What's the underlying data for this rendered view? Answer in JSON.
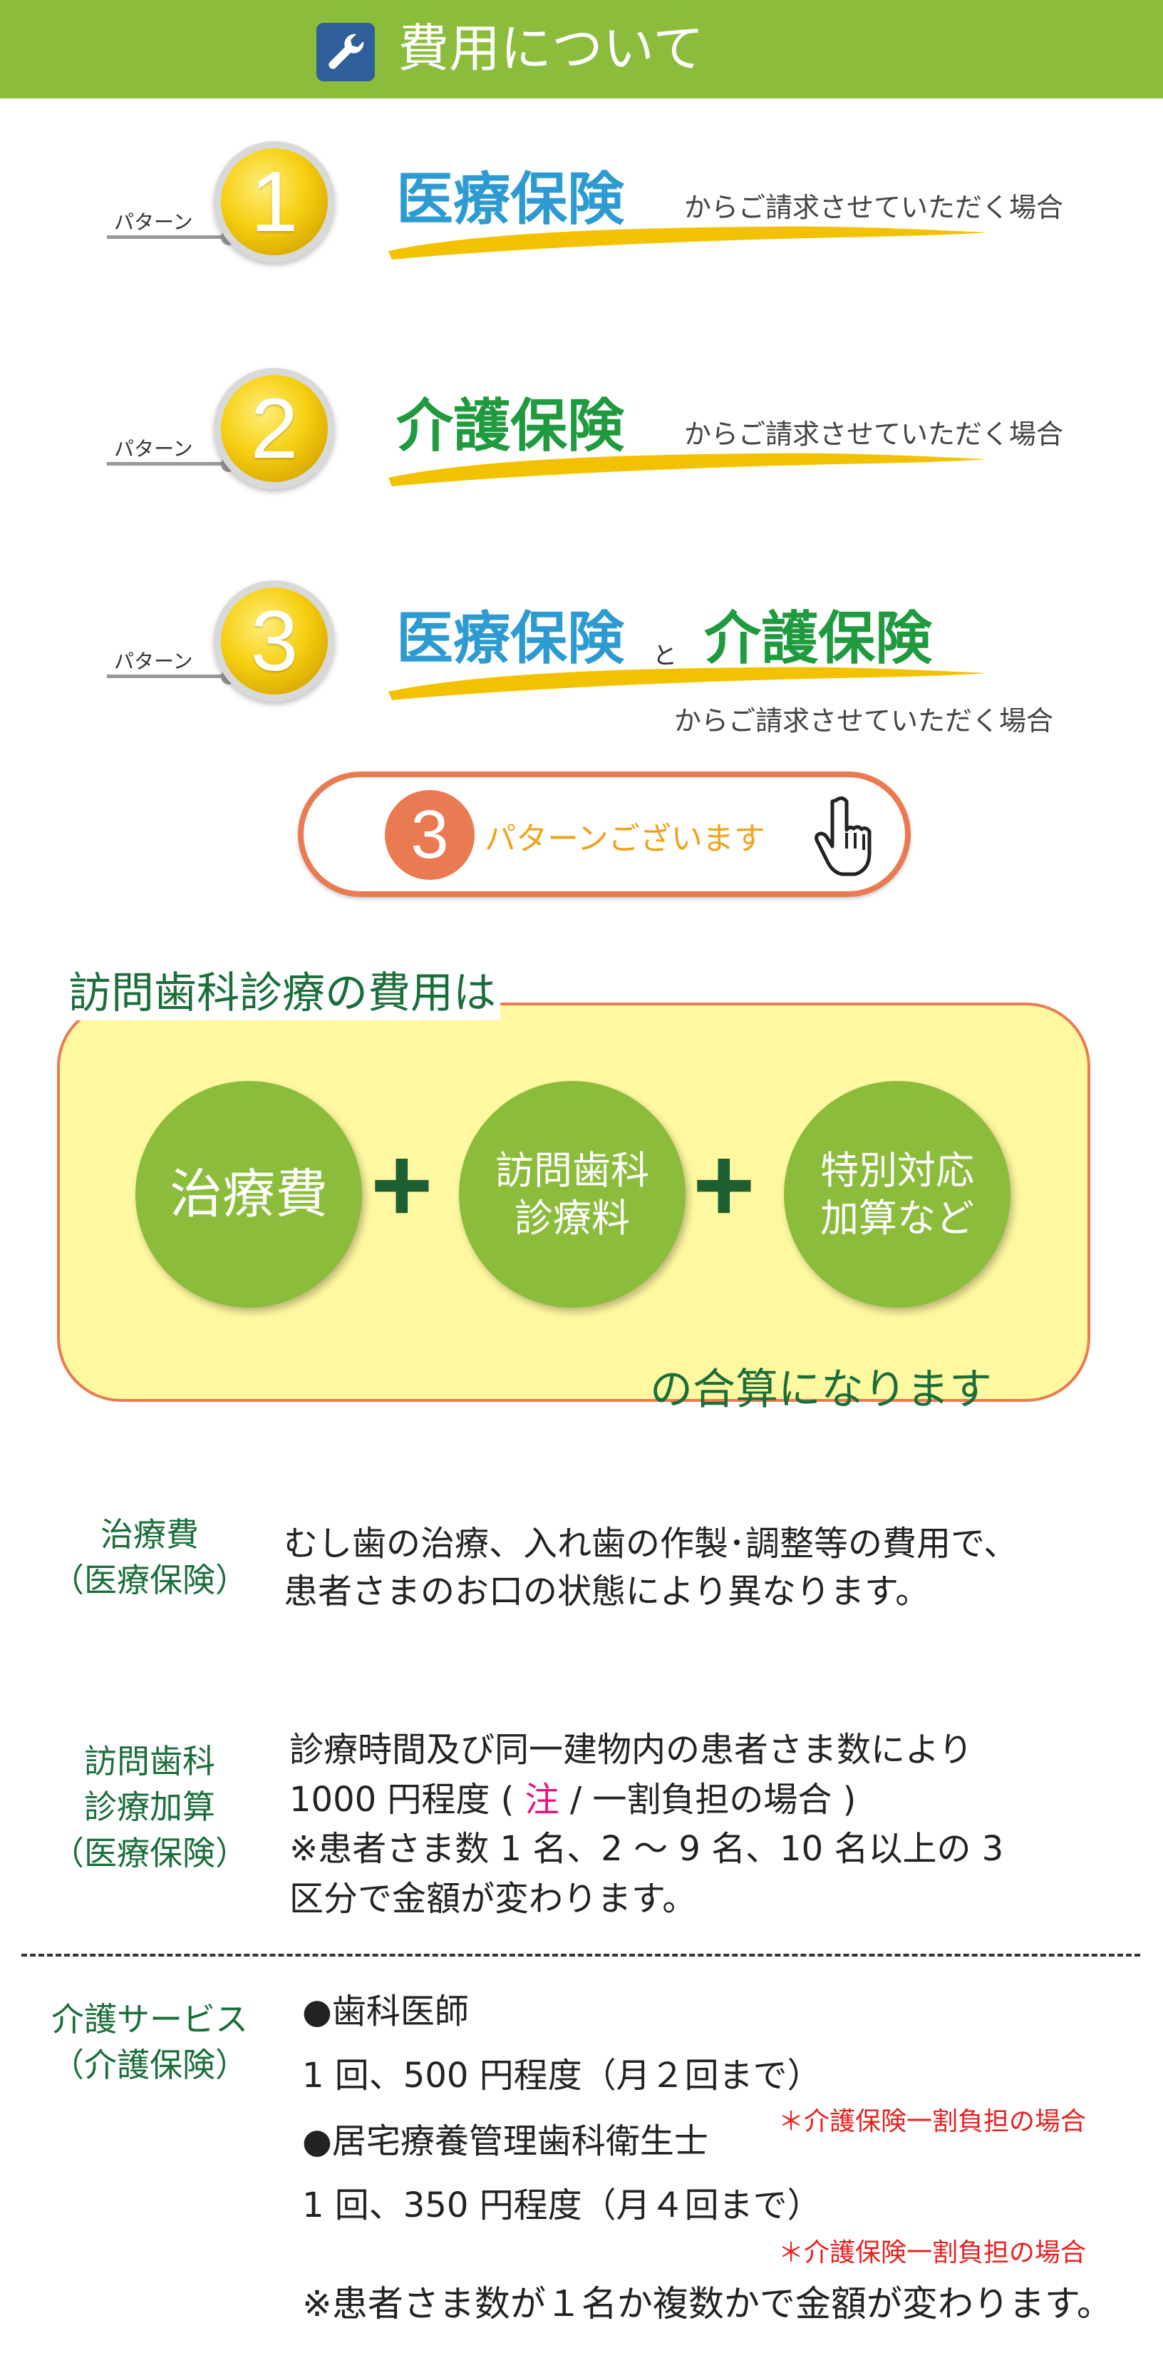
{
  "header": {
    "title": "費用について",
    "icon": "wrench-icon"
  },
  "patterns": [
    {
      "label": "パターン",
      "num": "1",
      "kw1": "医療保険",
      "kw1_color": "#2d9bd1",
      "suffix": "からご請求させていただく場合"
    },
    {
      "label": "パターン",
      "num": "2",
      "kw1": "介護保険",
      "kw1_color": "#1f9a3e",
      "suffix": "からご請求させていただく場合"
    },
    {
      "label": "パターン",
      "num": "3",
      "kw1": "医療保険",
      "connector": "と",
      "kw2": "介護保険",
      "suffix": "からご請求させていただく場合"
    }
  ],
  "summary_button": {
    "num": "3",
    "text": "パターンございます",
    "icon": "pointer-hand-icon"
  },
  "formula": {
    "title": "訪問歯科診療の費用は",
    "items": [
      {
        "text": "治療費"
      },
      {
        "line1": "訪問歯科",
        "line2": "診療料"
      },
      {
        "line1": "特別対応",
        "line2": "加算など"
      }
    ],
    "plus": "+",
    "tail": "の合算になります"
  },
  "details": [
    {
      "label_line1": "治療費",
      "label_line2": "（医療保険）",
      "lines": [
        "むし歯の治療、入れ歯の作製･調整等の費用で、",
        "患者さまのお口の状態により異なります。"
      ]
    },
    {
      "label_line1": "訪問歯科",
      "label_line2": "診療加算",
      "label_line3": "（医療保険）",
      "line1": "診療時間及び同一建物内の患者さま数により",
      "line2_pre": "1000 円程度 ( ",
      "line2_note": "注",
      "line2_post": " / 一割負担の場合 )",
      "line3": "※患者さま数 1 名、2 〜 9 名、10 名以上の 3",
      "line4": "区分で金額が変わります。"
    },
    {
      "label_line1": "介護サービス",
      "label_line2": "（介護保険）",
      "dentist_title": "●歯科医師",
      "dentist_price": "1 回、500 円程度（月２回まで）",
      "dentist_note": "＊介護保険一割負担の場合",
      "hygienist_title": "●居宅療養管理歯科衛生士",
      "hygienist_price": "1 回、350 円程度（月４回まで）",
      "hygienist_note": "＊介護保険一割負担の場合",
      "footnote": "※患者さま数が１名か複数かで金額が変わります。"
    }
  ],
  "colors": {
    "header_bg": "#8cbc3c",
    "circle_green": "#8cbc3c",
    "orange": "#ea7a52",
    "box_yellow": "#fef8a0",
    "label_green": "#1a6e3a"
  }
}
